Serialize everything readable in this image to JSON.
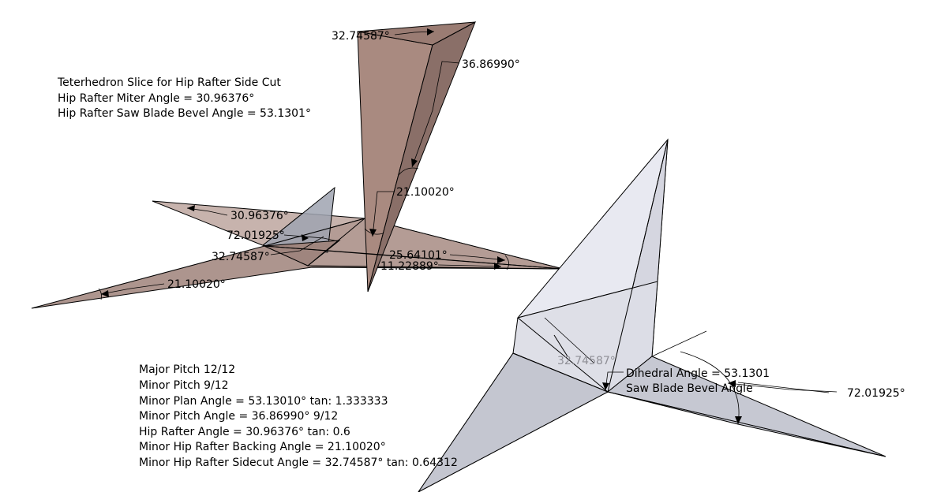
{
  "title_block": {
    "line1": "Teterhedron Slice for Hip Rafter Side Cut",
    "line2": "Hip Rafter Miter Angle = 30.96376°",
    "line3": "Hip Rafter Saw Blade Bevel Angle = 53.1301°"
  },
  "info_block": {
    "line1": "Major Pitch 12/12",
    "line2": "Minor Pitch 9/12",
    "line3": "Minor Plan Angle = 53.13010° tan: 1.333333",
    "line4": "Minor Pitch Angle = 36.86990° 9/12",
    "line5": "Hip Rafter Angle = 30.96376° tan: 0.6",
    "line6": "Minor Hip Rafter Backing Angle = 21.10020°",
    "line7": "Minor Hip Rafter Sidecut Angle = 32.74587° tan: 0.64312"
  },
  "angle_labels": {
    "top_wedge": "32.74587°",
    "top_right": "36.86990°",
    "mid_vertical": "21.10020°",
    "left_upper": "30.96376°",
    "center_a": "72.01925°",
    "center_b": "32.74587°",
    "right_a": "25.64101°",
    "right_b": "11.22889°",
    "bottom_left": "21.10020°",
    "right_shape_ghost": "32.74587°",
    "right_far": "72.01925°"
  },
  "dihedral_label": {
    "line1": "Dihedral Angle = 53.1301",
    "line2": "Saw Blade Bevel Angle"
  },
  "colors": {
    "brown_dark": "#8a6f68",
    "brown_mid": "#a98c84",
    "brown_light": "#c0aaa4",
    "blue_gray": "#c4c6d0",
    "blue_gray_light": "#e6e7ef",
    "blue_gray_mid": "#d8d9e3"
  }
}
